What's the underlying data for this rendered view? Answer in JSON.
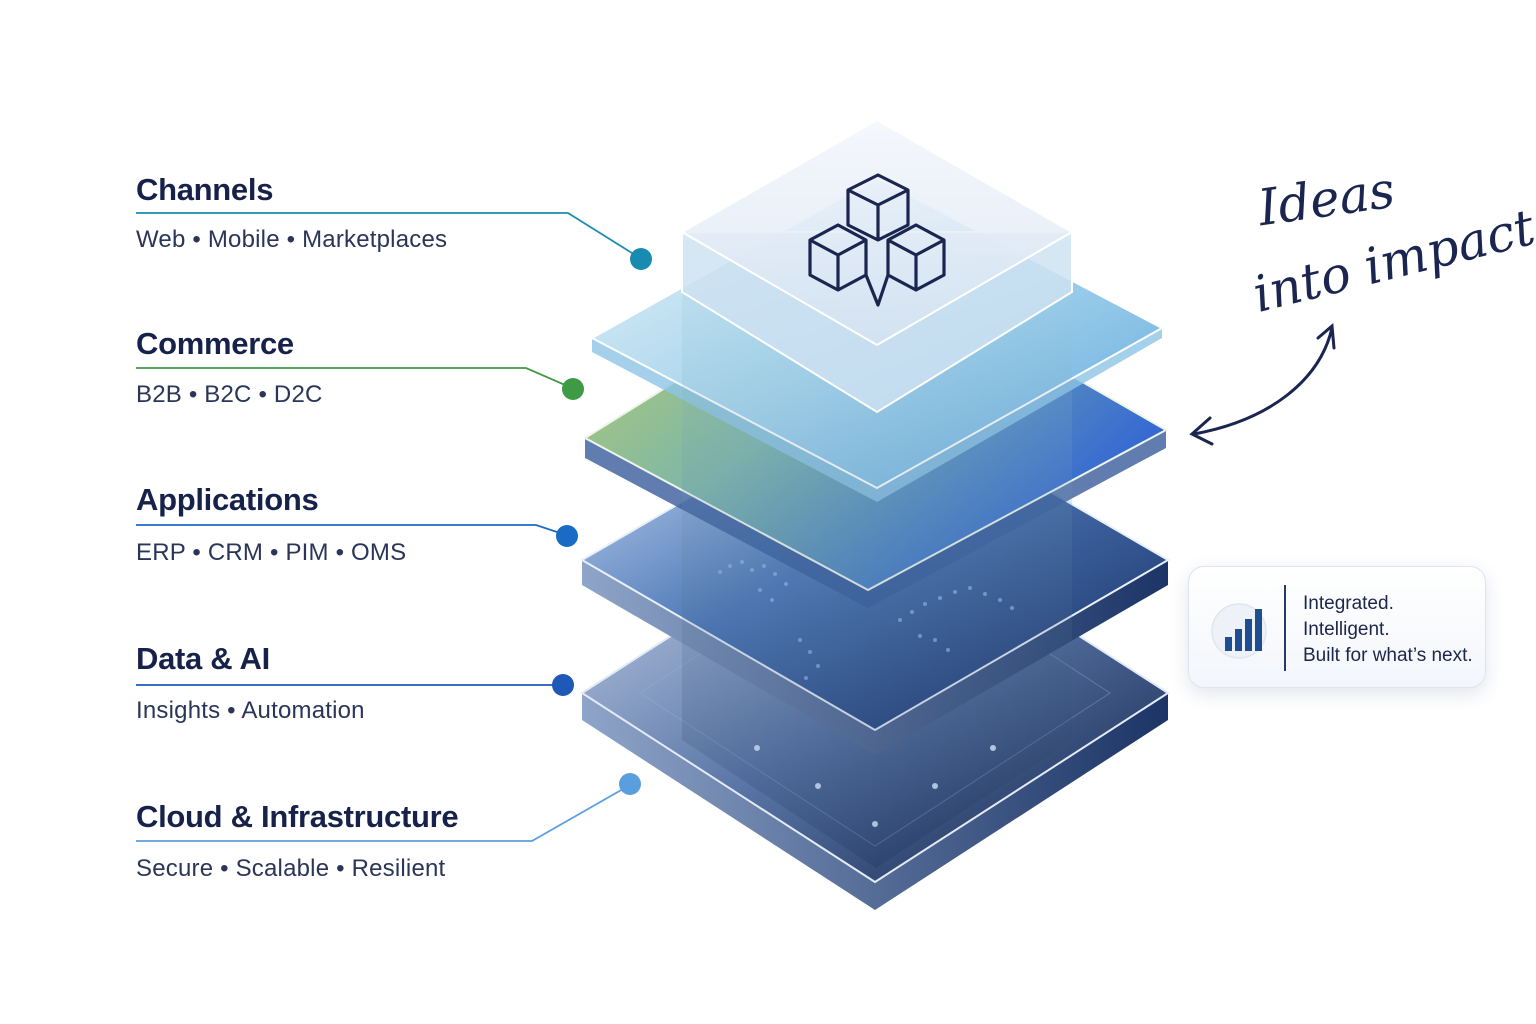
{
  "layers": [
    {
      "title": "Channels",
      "subtitle": "Web • Mobile • Marketplaces",
      "color": "#1a8bb0"
    },
    {
      "title": "Commerce",
      "subtitle": "B2B • B2C • D2C",
      "color": "#3f9a45"
    },
    {
      "title": "Applications",
      "subtitle": "ERP • CRM  • PIM • OMS",
      "color": "#1a6bc4"
    },
    {
      "title": "Data & AI",
      "subtitle": "Insights • Automation",
      "color": "#1f59b8"
    },
    {
      "title": "Cloud & Infrastructure",
      "subtitle": "Secure • Scalable • Resilient",
      "color": "#5b9ee0"
    }
  ],
  "tagline": {
    "line1": "Ideas",
    "line2": "into impact"
  },
  "info_card": {
    "icon": "bar-chart-icon",
    "lines": [
      "Integrated.",
      "Intelligent.",
      "Built for what’s next."
    ]
  },
  "top_icon": "cubes-icon",
  "colors": {
    "navy": "#16224a",
    "accent_blue": "#2a6fd6",
    "accent_green": "#8fbf4a"
  }
}
